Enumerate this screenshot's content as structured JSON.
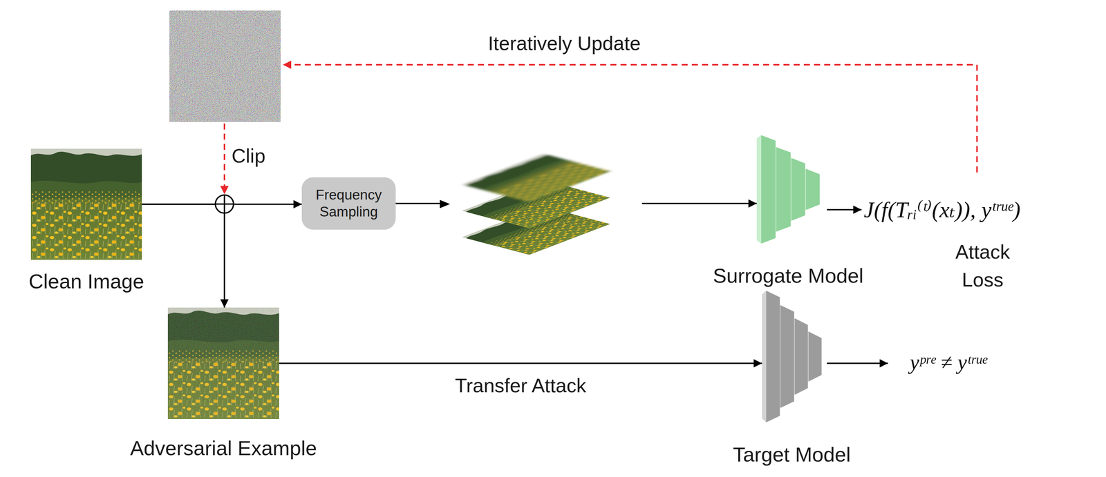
{
  "diagram": {
    "nodes": [
      {
        "text": [
          "Clean Image"
        ]
      },
      {
        "text": [
          "Frequency Sampling"
        ]
      },
      {
        "text": [
          "Surrogate Model"
        ]
      },
      {
        "text": [
          "Adversarial Example"
        ]
      },
      {
        "text": [
          "Target Model"
        ]
      }
    ],
    "edges": [
      {
        "from": 0,
        "to": 1,
        "arrow": "to"
      },
      {
        "from": 0,
        "to": 3,
        "arrow": "to"
      },
      {
        "from": 1,
        "to": 2,
        "arrow": "to"
      },
      {
        "from": 3,
        "to": 4,
        "arrow": "to",
        "label": "Transfer Attack"
      }
    ],
    "labels": [
      "Iteratively Update",
      "Clip",
      "J(f(Tᵣᵢ⁽ᵗ⁾(xₜ)), yᵗʳᵘᵉ)",
      "Attack Loss",
      "yᵖʳᵉ ≠ yᵗʳᵘᵉ"
    ]
  }
}
